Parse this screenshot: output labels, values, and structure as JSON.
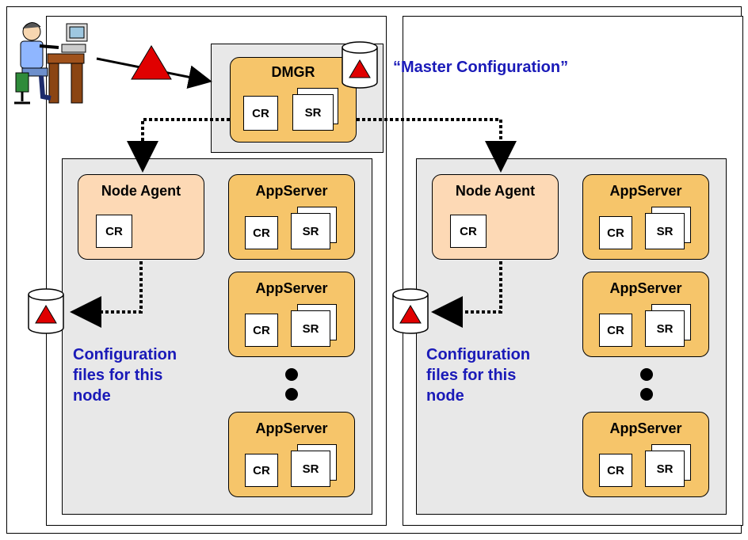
{
  "master_label": "“Master Configuration”",
  "dmgr": {
    "title": "DMGR",
    "cr": "CR",
    "sr": "SR"
  },
  "nodes": [
    {
      "node_agent": {
        "title": "Node Agent",
        "cr": "CR"
      },
      "config_label": [
        "Configuration",
        "files for this",
        "node"
      ],
      "appservers": [
        {
          "title": "AppServer",
          "cr": "CR",
          "sr": "SR"
        },
        {
          "title": "AppServer",
          "cr": "CR",
          "sr": "SR"
        },
        {
          "title": "AppServer",
          "cr": "CR",
          "sr": "SR"
        }
      ]
    },
    {
      "node_agent": {
        "title": "Node Agent",
        "cr": "CR"
      },
      "config_label": [
        "Configuration",
        "files for this",
        "node"
      ],
      "appservers": [
        {
          "title": "AppServer",
          "cr": "CR",
          "sr": "SR"
        },
        {
          "title": "AppServer",
          "cr": "CR",
          "sr": "SR"
        },
        {
          "title": "AppServer",
          "cr": "CR",
          "sr": "SR"
        }
      ]
    }
  ],
  "colors": {
    "appserver_fill": "#f6c56a",
    "node_agent_fill": "#fdd9b5",
    "node_fill": "#e8e8e8",
    "label_blue": "#1a1ab8",
    "triangle_red": "#e00000"
  }
}
